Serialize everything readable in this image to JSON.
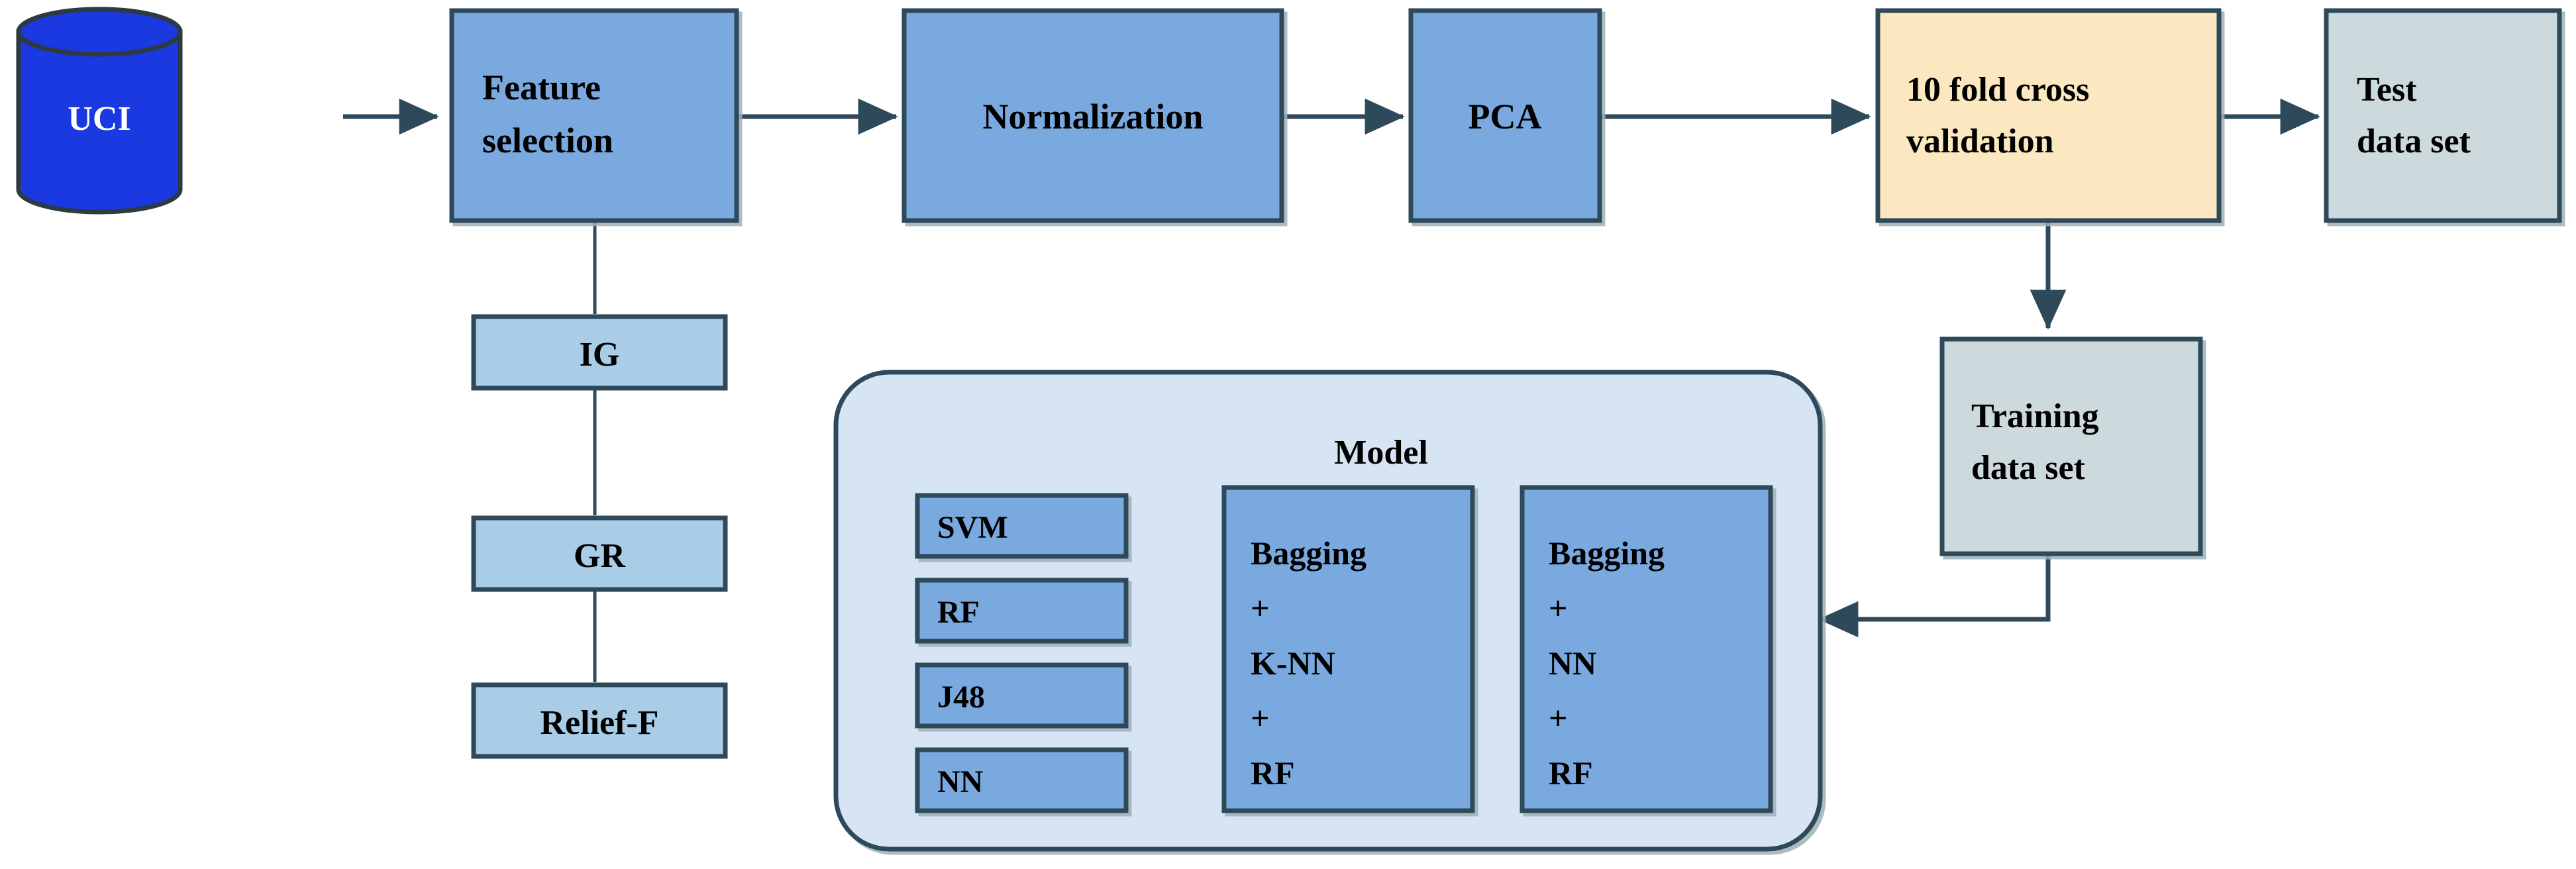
{
  "diagram": {
    "title": "Machine learning pipeline flowchart",
    "background_color": "#ffffff",
    "stroke_color": "#2e4a5a",
    "text_color": "#000000"
  },
  "colors": {
    "database_fill": "#1b39e0",
    "database_text": "#ffffff",
    "process_fill": "#7aa9e0",
    "light_process_fill": "#a9cce7",
    "cream_fill": "#fbe8c0",
    "gray_blue_fill": "#ccd9dd",
    "panel_fill": "#d6e4f4",
    "border": "#2e4a5a"
  },
  "nodes": {
    "uci": {
      "label": "UCI",
      "shape": "cylinder"
    },
    "feature_selection": {
      "label_line1": "Feature",
      "label_line2": "selection",
      "shape": "rect"
    },
    "normalization": {
      "label": "Normalization",
      "shape": "rect"
    },
    "pca": {
      "label": "PCA",
      "shape": "rect"
    },
    "cross_validation": {
      "label_line1": "10 fold cross",
      "label_line2": "validation",
      "shape": "rect"
    },
    "test_data_set": {
      "label_line1": "Test",
      "label_line2": "data set",
      "shape": "rect"
    },
    "training_data_set": {
      "label_line1": "Training",
      "label_line2": "data set",
      "shape": "rect"
    },
    "ig": {
      "label": "IG",
      "shape": "rect"
    },
    "gr": {
      "label": "GR",
      "shape": "rect"
    },
    "relief_f": {
      "label": "Relief-F",
      "shape": "rect"
    }
  },
  "model_panel": {
    "title": "Model",
    "algorithms": [
      {
        "label": "SVM"
      },
      {
        "label": "RF"
      },
      {
        "label": "J48"
      },
      {
        "label": "NN"
      }
    ],
    "ensembles": [
      {
        "name": "bagging-knn-rf",
        "lines": [
          "Bagging",
          "+",
          "K-NN",
          "+",
          "RF"
        ]
      },
      {
        "name": "bagging-nn-rf",
        "lines": [
          "Bagging",
          "+",
          "NN",
          "+",
          "RF"
        ]
      }
    ]
  },
  "edges": [
    {
      "from": "uci",
      "to": "feature-selection",
      "arrow": true
    },
    {
      "from": "feature-selection",
      "to": "normalization",
      "arrow": true
    },
    {
      "from": "normalization",
      "to": "pca",
      "arrow": true
    },
    {
      "from": "pca",
      "to": "cross-validation",
      "arrow": true
    },
    {
      "from": "cross-validation",
      "to": "test-data-set",
      "arrow": true
    },
    {
      "from": "cross-validation",
      "to": "training-data-set",
      "arrow": true
    },
    {
      "from": "training-data-set",
      "to": "model-panel",
      "arrow": true
    },
    {
      "from": "feature-selection",
      "to": "ig",
      "arrow": false
    },
    {
      "from": "ig",
      "to": "gr",
      "arrow": false
    },
    {
      "from": "gr",
      "to": "relief-f",
      "arrow": false
    }
  ]
}
